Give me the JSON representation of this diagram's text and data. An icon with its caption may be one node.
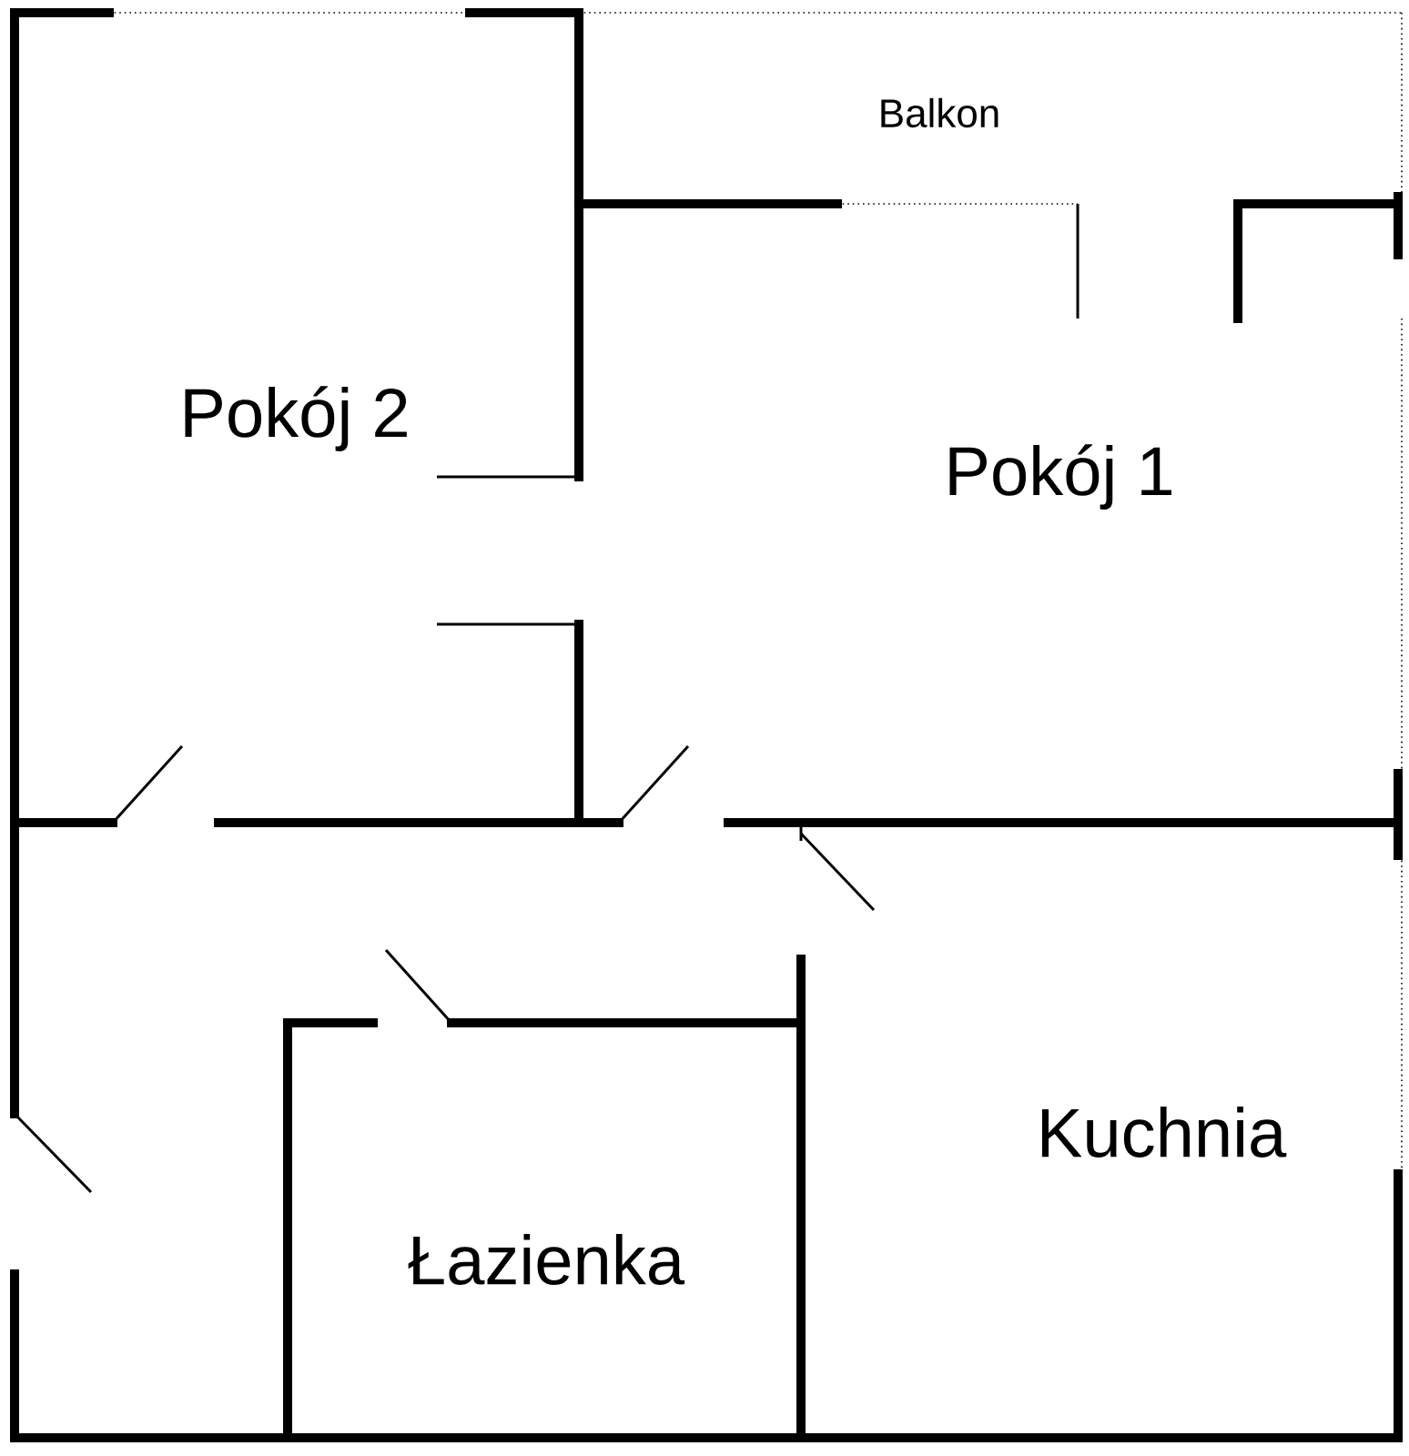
{
  "diagram": {
    "labels": [
      "Balkon",
      "Pokój 2",
      "Pokój 1",
      "Kuchnia",
      "Łazienka"
    ]
  }
}
